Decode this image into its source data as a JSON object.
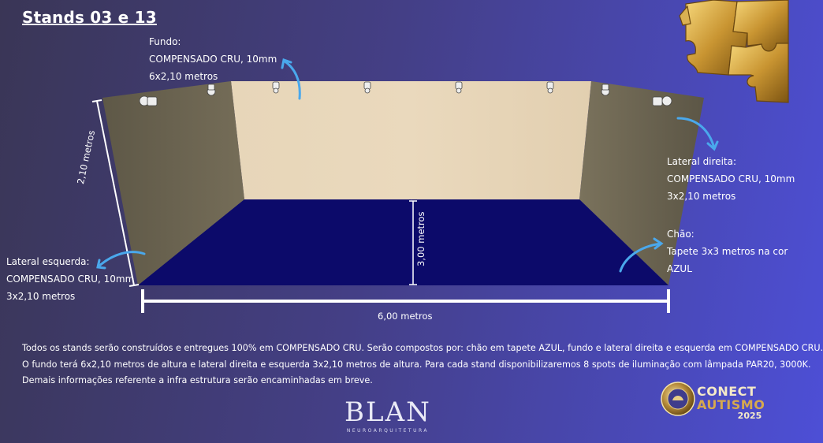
{
  "title": "Stands 03 e 13",
  "labels": {
    "fundo": {
      "l1": "Fundo:",
      "l2": "COMPENSADO CRU, 10mm",
      "l3": "6x2,10 metros"
    },
    "lateral_direita": {
      "l1": "Lateral direita:",
      "l2": "COMPENSADO CRU, 10mm",
      "l3": "3x2,10 metros"
    },
    "chao": {
      "l1": "Chão:",
      "l2": "Tapete 3x3 metros na cor",
      "l3": "AZUL"
    },
    "lateral_esquerda": {
      "l1": "Lateral esquerda:",
      "l2": "COMPENSADO CRU, 10mm",
      "l3": "3x2,10 metros"
    }
  },
  "dimensions": {
    "height": "2,10 metros",
    "depth": "3,00 metros",
    "width": "6,00 metros"
  },
  "description": [
    "Todos os stands serão construídos e entregues 100% em COMPENSADO CRU. Serão compostos por: chão em tapete AZUL, fundo e lateral direita e esquerda em COMPENSADO CRU.",
    "O fundo terá 6x2,10 metros de altura e lateral direita e esquerda 3x2,10 metros de altura. Para cada stand disponibilizaremos 8 spots de iluminação com lâmpada PAR20, 3000K.",
    "Demais informações referente a infra estrutura serão encaminhadas em breve."
  ],
  "brand": {
    "name": "BLAN",
    "tagline": "NEUROARQUITETURA"
  },
  "event": {
    "line1": "CONECT",
    "line2": "AUTISMO",
    "year": "2025"
  },
  "colors": {
    "floor": "#0c0a6a",
    "back_wall": "#e6d5b8",
    "side_wall": "#6b6452",
    "arrow": "#4aa8ec"
  }
}
